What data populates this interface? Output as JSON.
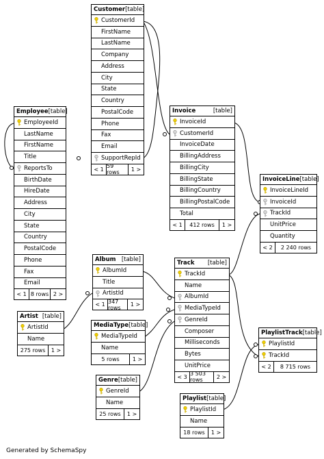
{
  "footer": {
    "generated_by": "Generated by SchemaSpy"
  },
  "type_label": "[table]",
  "tables": {
    "customer": {
      "name": "Customer",
      "rows": [
        {
          "label": "CustomerId",
          "key": "pk"
        },
        {
          "label": "FirstName",
          "key": ""
        },
        {
          "label": "LastName",
          "key": ""
        },
        {
          "label": "Company",
          "key": ""
        },
        {
          "label": "Address",
          "key": ""
        },
        {
          "label": "City",
          "key": ""
        },
        {
          "label": "State",
          "key": ""
        },
        {
          "label": "Country",
          "key": ""
        },
        {
          "label": "PostalCode",
          "key": ""
        },
        {
          "label": "Phone",
          "key": ""
        },
        {
          "label": "Fax",
          "key": ""
        },
        {
          "label": "Email",
          "key": ""
        },
        {
          "label": "SupportRepId",
          "key": "fk"
        }
      ],
      "footer": {
        "prev": "< 1",
        "rows": "59 rows",
        "next": "1 >"
      }
    },
    "employee": {
      "name": "Employee",
      "rows": [
        {
          "label": "EmployeeId",
          "key": "pk"
        },
        {
          "label": "LastName",
          "key": ""
        },
        {
          "label": "FirstName",
          "key": ""
        },
        {
          "label": "Title",
          "key": ""
        },
        {
          "label": "ReportsTo",
          "key": "fk"
        },
        {
          "label": "BirthDate",
          "key": ""
        },
        {
          "label": "HireDate",
          "key": ""
        },
        {
          "label": "Address",
          "key": ""
        },
        {
          "label": "City",
          "key": ""
        },
        {
          "label": "State",
          "key": ""
        },
        {
          "label": "Country",
          "key": ""
        },
        {
          "label": "PostalCode",
          "key": ""
        },
        {
          "label": "Phone",
          "key": ""
        },
        {
          "label": "Fax",
          "key": ""
        },
        {
          "label": "Email",
          "key": ""
        }
      ],
      "footer": {
        "prev": "< 1",
        "rows": "8 rows",
        "next": "2 >"
      }
    },
    "invoice": {
      "name": "Invoice",
      "rows": [
        {
          "label": "InvoiceId",
          "key": "pk"
        },
        {
          "label": "CustomerId",
          "key": "fk"
        },
        {
          "label": "InvoiceDate",
          "key": ""
        },
        {
          "label": "BillingAddress",
          "key": ""
        },
        {
          "label": "BillingCity",
          "key": ""
        },
        {
          "label": "BillingState",
          "key": ""
        },
        {
          "label": "BillingCountry",
          "key": ""
        },
        {
          "label": "BillingPostalCode",
          "key": ""
        },
        {
          "label": "Total",
          "key": ""
        }
      ],
      "footer": {
        "prev": "< 1",
        "rows": "412 rows",
        "next": "1 >"
      }
    },
    "invoiceline": {
      "name": "InvoiceLine",
      "rows": [
        {
          "label": "InvoiceLineId",
          "key": "pk"
        },
        {
          "label": "InvoiceId",
          "key": "fk"
        },
        {
          "label": "TrackId",
          "key": "fk"
        },
        {
          "label": "UnitPrice",
          "key": ""
        },
        {
          "label": "Quantity",
          "key": ""
        }
      ],
      "footer": {
        "prev": "< 2",
        "rows": "2 240 rows",
        "next": ""
      }
    },
    "album": {
      "name": "Album",
      "rows": [
        {
          "label": "AlbumId",
          "key": "pk"
        },
        {
          "label": "Title",
          "key": ""
        },
        {
          "label": "ArtistId",
          "key": "fk"
        }
      ],
      "footer": {
        "prev": "< 1",
        "rows": "347 rows",
        "next": "1 >"
      }
    },
    "artist": {
      "name": "Artist",
      "rows": [
        {
          "label": "ArtistId",
          "key": "pk"
        },
        {
          "label": "Name",
          "key": ""
        }
      ],
      "footer": {
        "prev": "",
        "rows": "275 rows",
        "next": "1 >"
      }
    },
    "mediatype": {
      "name": "MediaType",
      "rows": [
        {
          "label": "MediaTypeId",
          "key": "pk"
        },
        {
          "label": "Name",
          "key": ""
        }
      ],
      "footer": {
        "prev": "",
        "rows": "5 rows",
        "next": "1 >"
      }
    },
    "genre": {
      "name": "Genre",
      "rows": [
        {
          "label": "GenreId",
          "key": "pk"
        },
        {
          "label": "Name",
          "key": ""
        }
      ],
      "footer": {
        "prev": "",
        "rows": "25 rows",
        "next": "1 >"
      }
    },
    "track": {
      "name": "Track",
      "rows": [
        {
          "label": "TrackId",
          "key": "pk"
        },
        {
          "label": "Name",
          "key": ""
        },
        {
          "label": "AlbumId",
          "key": "fk"
        },
        {
          "label": "MediaTypeId",
          "key": "fk"
        },
        {
          "label": "GenreId",
          "key": "fk"
        },
        {
          "label": "Composer",
          "key": ""
        },
        {
          "label": "Milliseconds",
          "key": ""
        },
        {
          "label": "Bytes",
          "key": ""
        },
        {
          "label": "UnitPrice",
          "key": ""
        }
      ],
      "footer": {
        "prev": "< 3",
        "rows": "3 503 rows",
        "next": "2 >"
      }
    },
    "playlisttrack": {
      "name": "PlaylistTrack",
      "rows": [
        {
          "label": "PlaylistId",
          "key": "pk"
        },
        {
          "label": "TrackId",
          "key": "pk"
        }
      ],
      "footer": {
        "prev": "< 2",
        "rows": "8 715 rows",
        "next": ""
      }
    },
    "playlist": {
      "name": "Playlist",
      "rows": [
        {
          "label": "PlaylistId",
          "key": "pk"
        },
        {
          "label": "Name",
          "key": ""
        }
      ],
      "footer": {
        "prev": "",
        "rows": "18 rows",
        "next": "1 >"
      }
    }
  }
}
